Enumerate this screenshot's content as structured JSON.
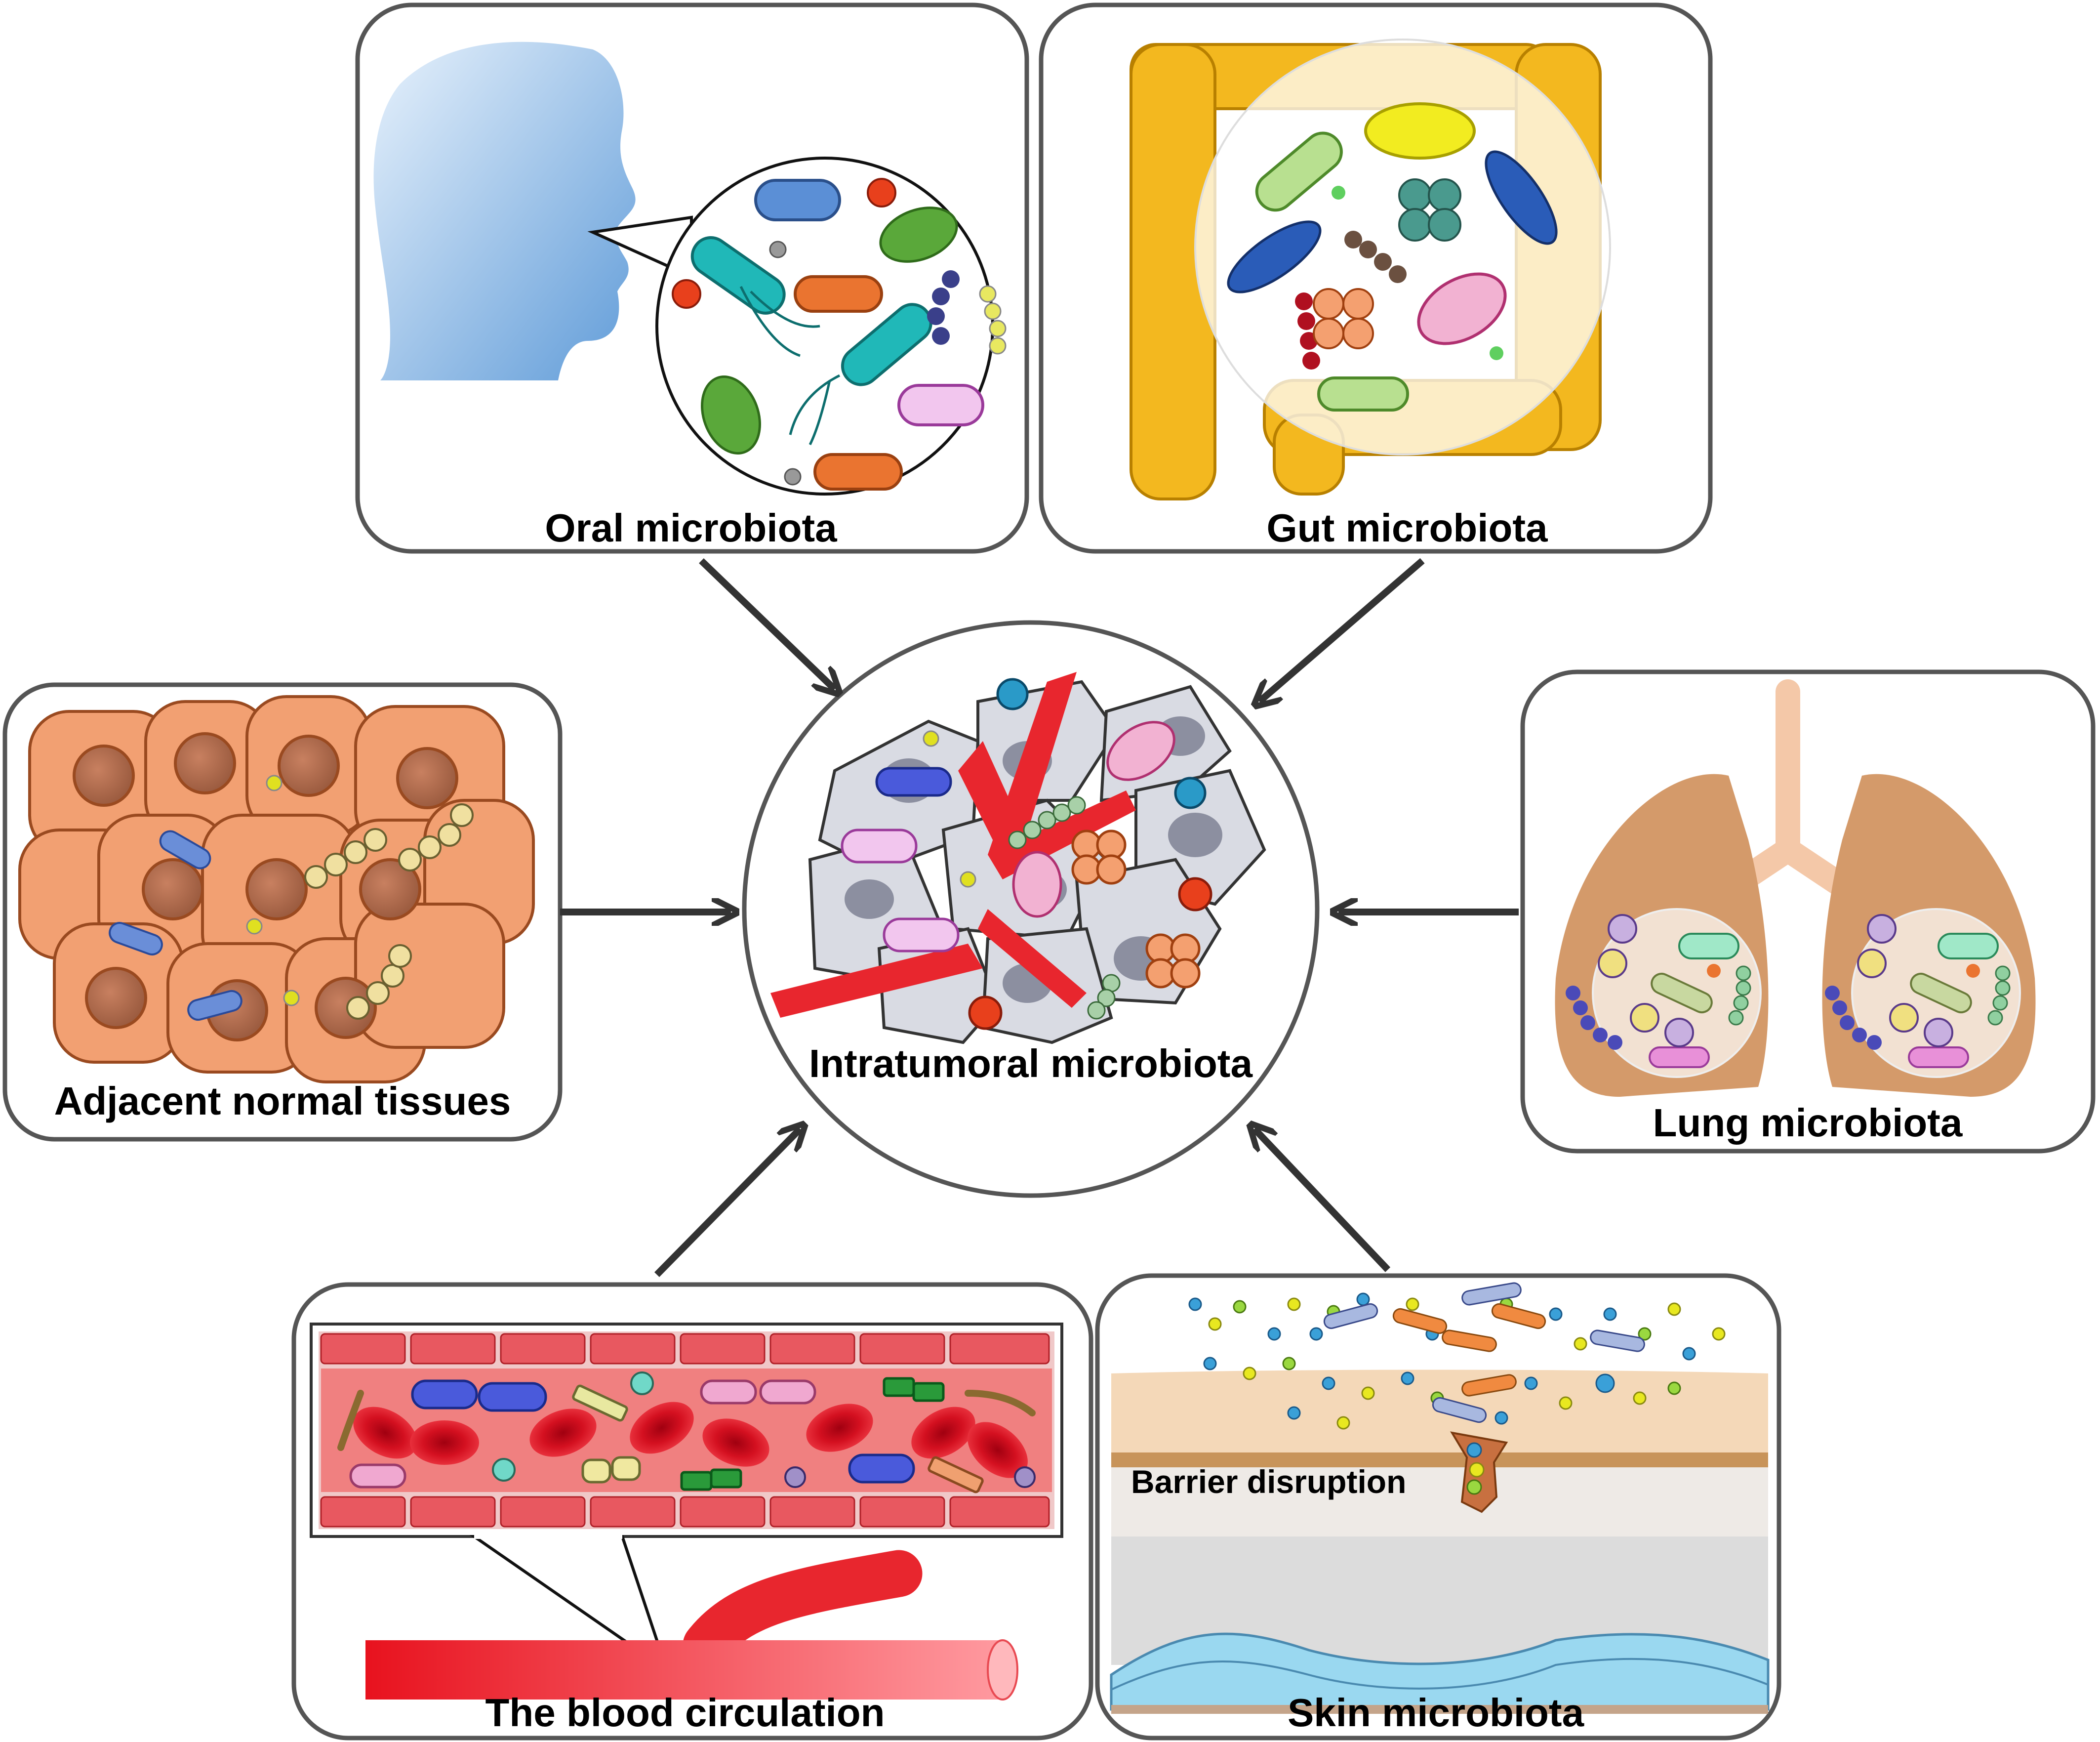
{
  "panels": {
    "oral": {
      "label": "Oral microbiota"
    },
    "gut": {
      "label": "Gut microbiota"
    },
    "adjacent": {
      "label": "Adjacent normal tissues"
    },
    "lung": {
      "label": "Lung microbiota"
    },
    "blood": {
      "label": "The blood circulation"
    },
    "skin": {
      "label": "Skin microbiota",
      "annotation": "Barrier disruption"
    }
  },
  "center": {
    "label": "Intratumoral microbiota"
  },
  "colors": {
    "border": "#555555",
    "arrow": "#333333",
    "head": "#8cb8e8",
    "colon": "#f3b81f",
    "cell": "#f2a072",
    "lung": "#d49a6a",
    "blood": "#e8262e",
    "tumor_cell": "#d9dbe3"
  },
  "icons": [
    "head-icon",
    "colon-icon",
    "cell-sheet-icon",
    "lungs-icon",
    "blood-vessel-icon",
    "skin-section-icon",
    "tumor-icon"
  ]
}
